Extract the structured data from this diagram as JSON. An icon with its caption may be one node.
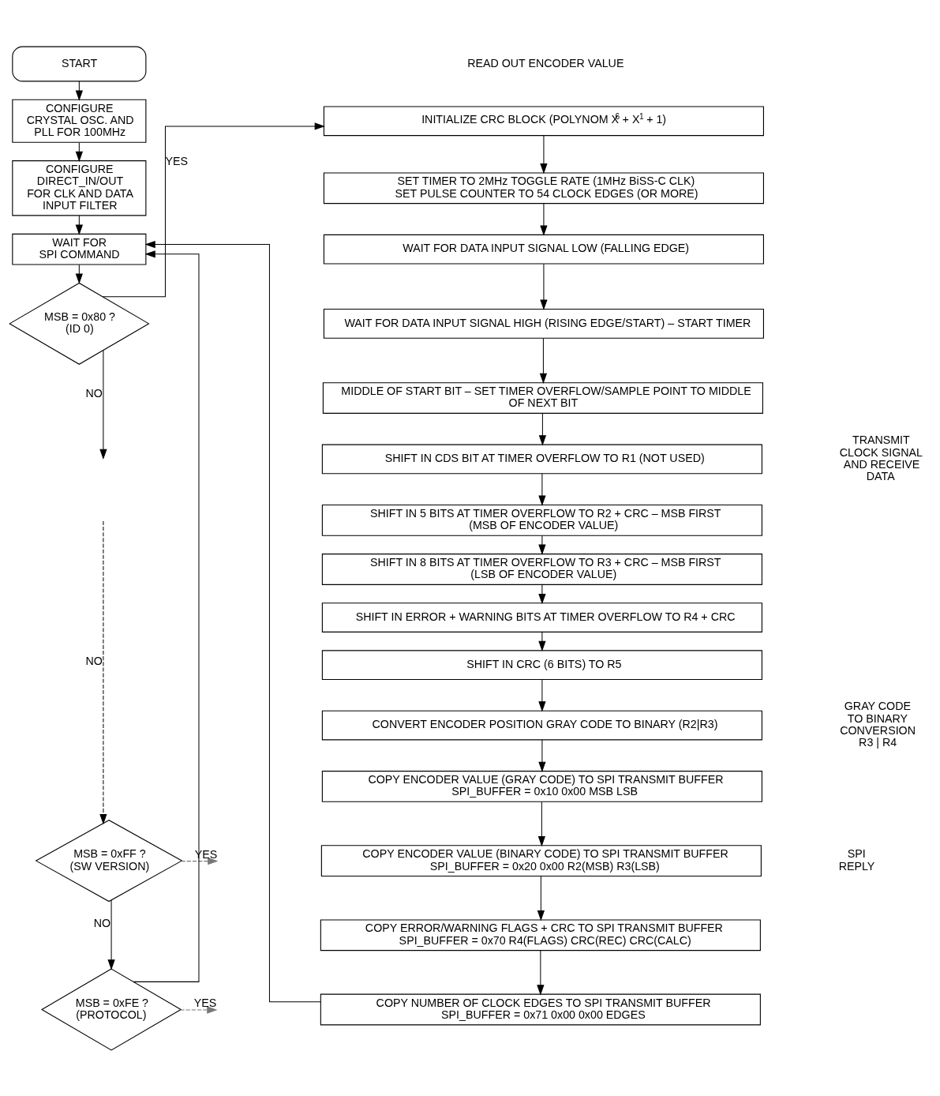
{
  "diagram": {
    "nodes": [
      {
        "text": [
          "START"
        ]
      },
      {
        "text": [
          "CONFIGURE CRYSTAL OSC. AND PLL FOR 100MHz"
        ]
      },
      {
        "text": [
          "CONFIGURE DIRECT_IN/OUT FOR CLK AND DATA INPUT FILTER"
        ]
      },
      {
        "text": [
          "WAIT FOR SPI COMMAND"
        ]
      },
      {
        "text": [
          "MSB = 0x80 ? (ID 0)"
        ]
      },
      {
        "text": [
          "MSB = 0xFF ? (SW VERSION)"
        ]
      },
      {
        "text": [
          "MSB = 0xFE ? (PROTOCOL)"
        ]
      },
      {
        "text": [
          "INITIALIZE CRC BLOCK (POLYNOM X$^{6}$ + X$^{1}$ + 1)"
        ]
      },
      {
        "text": [
          "SET TIMER TO 2MHz TOGGLE RATE (1MHz BiSS-C CLK)",
          "SET PULSE COUNTER TO 54 CLOCK EDGES (OR MORE)"
        ]
      },
      {
        "text": [
          "WAIT FOR DATA INPUT SIGNAL LOW (FALLING EDGE)"
        ]
      },
      {
        "text": [
          "WAIT FOR DATA INPUT SIGNAL HIGH (RISING EDGE/START) – START TIMER"
        ]
      },
      {
        "text": [
          "MIDDLE OF START BIT – SET TIMER OVERFLOW/SAMPLE POINT TO MIDDLE OF NEXT BIT"
        ]
      },
      {
        "text": [
          "SHIFT IN CDS BIT AT TIMER OVERFLOW TO R1 (NOT USED)"
        ]
      },
      {
        "text": [
          "SHIFT IN 5 BITS AT TIMER OVERFLOW TO R2 + CRC – MSB FIRST",
          "(MSB OF ENCODER VALUE)"
        ]
      },
      {
        "text": [
          "SHIFT IN 8 BITS AT TIMER OVERFLOW TO R3 + CRC – MSB FIRST",
          "(LSB OF ENCODER VALUE)"
        ]
      },
      {
        "text": [
          "SHIFT IN ERROR + WARNING BITS AT TIMER OVERFLOW TO R4 + CRC"
        ]
      },
      {
        "text": [
          "SHIFT IN CRC (6 BITS) TO R5"
        ]
      },
      {
        "text": [
          "CONVERT ENCODER POSITION GRAY CODE TO BINARY (R2|R3)"
        ]
      },
      {
        "text": [
          "COPY ENCODER VALUE (GRAY CODE) TO SPI TRANSMIT BUFFER",
          "SPI_BUFFER = 0x10 0x00 MSB LSB"
        ]
      },
      {
        "text": [
          "COPY ENCODER VALUE (BINARY CODE) TO SPI TRANSMIT BUFFER",
          "SPI_BUFFER = 0x20 0x00 R2(MSB) R3(LSB)"
        ]
      },
      {
        "text": [
          "COPY ERROR/WARNING FLAGS + CRC TO SPI TRANSMIT BUFFER",
          "SPI_BUFFER = 0x70 R4(FLAGS) CRC(REC) CRC(CALC)"
        ]
      },
      {
        "text": [
          "COPY NUMBER OF CLOCK EDGES TO SPI TRANSMIT BUFFER",
          "SPI_BUFFER = 0x71 0x00 0x00 EDGES"
        ]
      }
    ],
    "edges": [
      {
        "from": 0,
        "to": 1,
        "arrow": "to"
      },
      {
        "from": 1,
        "to": 2,
        "arrow": "to"
      },
      {
        "from": 2,
        "to": 3,
        "arrow": "to"
      },
      {
        "from": 3,
        "to": 4,
        "arrow": "to"
      },
      {
        "from": 4,
        "to": 7,
        "arrow": "to",
        "label": "YES"
      },
      {
        "from": 4,
        "to": null,
        "arrow": "to",
        "label": "NO"
      },
      {
        "from": null,
        "to": 5,
        "arrow": "to",
        "label": "NO",
        "style": "dashed"
      },
      {
        "from": 5,
        "to": null,
        "arrow": "to",
        "label": "YES",
        "style": "dashed",
        "color": "#777777"
      },
      {
        "from": 5,
        "to": 6,
        "arrow": "to",
        "label": "NO"
      },
      {
        "from": 6,
        "to": null,
        "arrow": "to",
        "label": "YES",
        "style": "dashed",
        "color": "#777777"
      },
      {
        "from": 6,
        "to": 3,
        "arrow": "to"
      },
      {
        "from": 7,
        "to": 8,
        "arrow": "to"
      },
      {
        "from": 8,
        "to": 9,
        "arrow": "to"
      },
      {
        "from": 9,
        "to": 10,
        "arrow": "to"
      },
      {
        "from": 10,
        "to": 11,
        "arrow": "to"
      },
      {
        "from": 11,
        "to": 12,
        "arrow": "to"
      },
      {
        "from": 12,
        "to": 13,
        "arrow": "to"
      },
      {
        "from": 13,
        "to": 14,
        "arrow": "to"
      },
      {
        "from": 14,
        "to": 15,
        "arrow": "to"
      },
      {
        "from": 15,
        "to": 16,
        "arrow": "to"
      },
      {
        "from": 16,
        "to": 17,
        "arrow": "to"
      },
      {
        "from": 17,
        "to": 18,
        "arrow": "to"
      },
      {
        "from": 18,
        "to": 19,
        "arrow": "to"
      },
      {
        "from": 19,
        "to": 20,
        "arrow": "to"
      },
      {
        "from": 20,
        "to": 21,
        "arrow": "to"
      },
      {
        "from": 21,
        "to": 3,
        "arrow": "to"
      }
    ],
    "labels": [
      "READ OUT ENCODER VALUE",
      "TRANSMIT CLOCK SIGNAL AND RECEIVE DATA",
      "GRAY CODE TO BINARY CONVERSION R3 | R4",
      "SPI REPLY"
    ]
  }
}
